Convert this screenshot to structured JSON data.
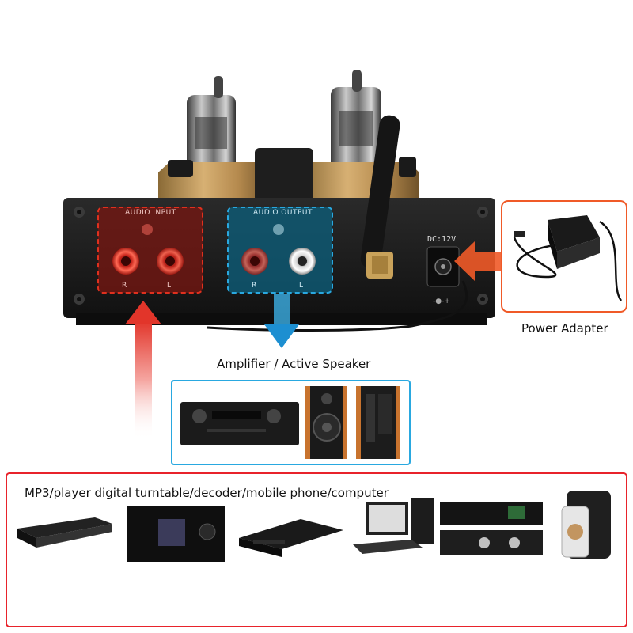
{
  "device": {
    "input_panel_label": "AUDIO INPUT",
    "output_panel_label": "AUDIO OUTPUT",
    "input_r": "R",
    "input_l": "L",
    "output_r": "R",
    "output_l": "L",
    "dc_label": "DC:12V"
  },
  "labels": {
    "power_adapter": "Power Adapter",
    "amplifier": "Amplifier / Active Speaker",
    "sources": "MP3/player digital turntable/decoder/mobile phone/computer"
  },
  "colors": {
    "input_accent": "#e0301e",
    "output_accent": "#29a8e0",
    "power_accent": "#f05a28",
    "source_border": "#e8232b"
  }
}
